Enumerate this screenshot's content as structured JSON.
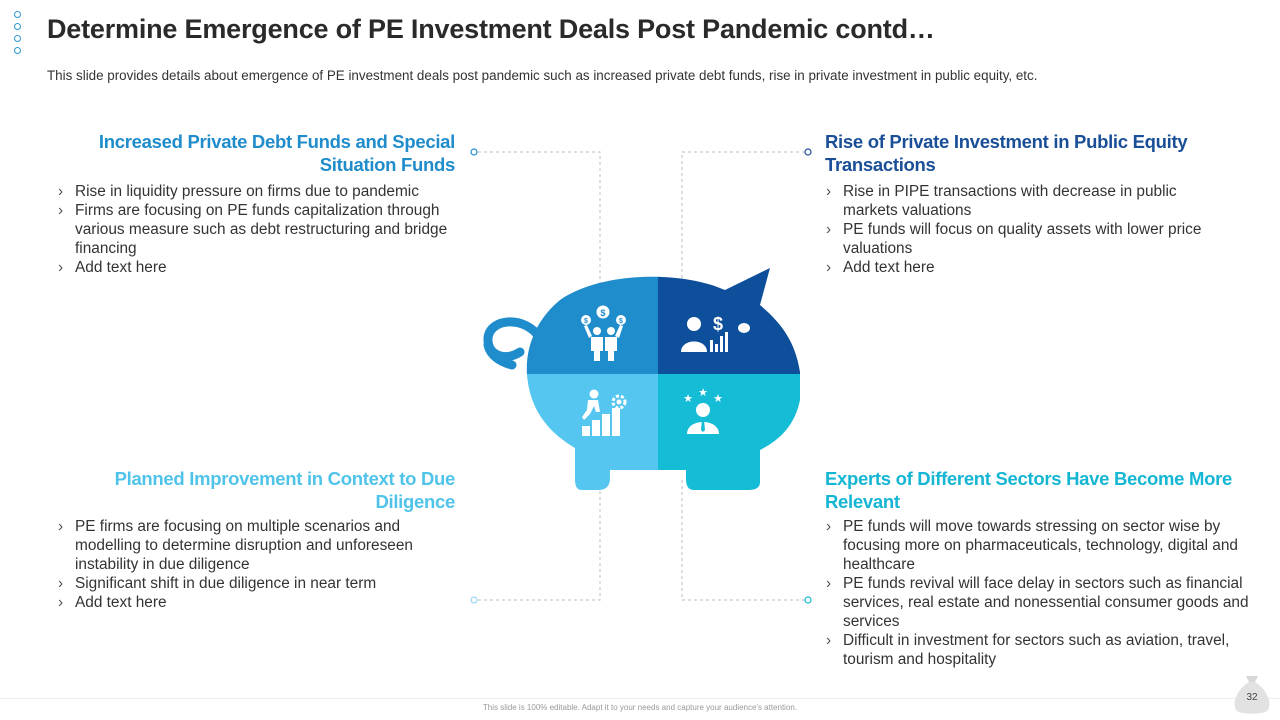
{
  "slide": {
    "title": "Determine Emergence of PE Investment Deals Post Pandemic contd…",
    "subtitle": "This slide provides details about emergence of PE investment deals post pandemic such as increased private debt funds, rise in private investment in public equity, etc.",
    "footer_note": "This slide is 100% editable. Adapt it to your needs and capture your audience's attention.",
    "page_number": "32"
  },
  "colors": {
    "quadrant_top_left": "#1f8ccc",
    "quadrant_top_right": "#0e4f9c",
    "quadrant_bottom_left": "#55c6f0",
    "quadrant_bottom_right": "#14bcd6"
  },
  "sections": [
    {
      "heading": "Increased Private Debt Funds and Special Situation Funds",
      "icon": "people-money-icon",
      "bullets": [
        "Rise in liquidity pressure on firms due to pandemic",
        "Firms are focusing on PE funds capitalization through various measure such as debt restructuring and bridge financing",
        "Add text here"
      ]
    },
    {
      "heading": "Rise of Private Investment in Public Equity Transactions",
      "icon": "investor-chart-icon",
      "bullets": [
        "Rise in PIPE transactions with decrease in public markets valuations",
        "PE funds will focus on quality assets with lower price valuations",
        "Add text here"
      ]
    },
    {
      "heading": "Planned Improvement in Context to Due Diligence",
      "icon": "growth-steps-icon",
      "bullets": [
        "PE firms are focusing on multiple scenarios and modelling to determine disruption and unforeseen instability in due diligence",
        "Significant shift in due diligence in near term",
        "Add text here"
      ]
    },
    {
      "heading": "Experts of Different Sectors Have Become More Relevant",
      "icon": "expert-stars-icon",
      "bullets": [
        "PE funds will move towards stressing on sector wise by focusing more on pharmaceuticals, technology, digital and healthcare",
        "PE funds revival will face delay in sectors such as financial services, real estate and nonessential consumer goods and services",
        "Difficult in investment for sectors such as aviation, travel, tourism and hospitality"
      ]
    }
  ]
}
